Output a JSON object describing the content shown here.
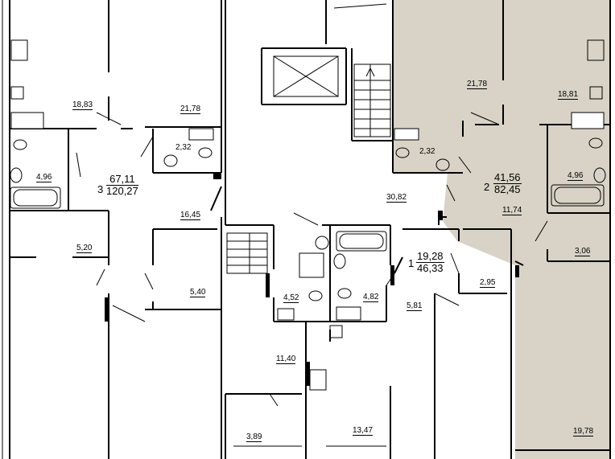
{
  "colors": {
    "highlight": "#d8d3c6",
    "wall": "#000000",
    "background": "#ffffff"
  },
  "rooms": [
    {
      "id": "r1883",
      "label": "18,83"
    },
    {
      "id": "r2178a",
      "label": "21,78"
    },
    {
      "id": "r232a",
      "label": "2,32"
    },
    {
      "id": "r496a",
      "label": "4,96"
    },
    {
      "id": "r1645",
      "label": "16,45"
    },
    {
      "id": "r520",
      "label": "5,20"
    },
    {
      "id": "r540",
      "label": "5,40"
    },
    {
      "id": "r3082",
      "label": "30,82"
    },
    {
      "id": "r452",
      "label": "4,52"
    },
    {
      "id": "r482",
      "label": "4,82"
    },
    {
      "id": "r581",
      "label": "5,81"
    },
    {
      "id": "r1140",
      "label": "11,40"
    },
    {
      "id": "r389",
      "label": "3,89"
    },
    {
      "id": "r1347",
      "label": "13,47"
    },
    {
      "id": "r2178b",
      "label": "21,78"
    },
    {
      "id": "r1881",
      "label": "18,81"
    },
    {
      "id": "r232b",
      "label": "2,32"
    },
    {
      "id": "r496b",
      "label": "4,96"
    },
    {
      "id": "r1174",
      "label": "11,74"
    },
    {
      "id": "r306",
      "label": "3,06"
    },
    {
      "id": "r295",
      "label": "2,95"
    },
    {
      "id": "r1978",
      "label": "19,78"
    }
  ],
  "units": [
    {
      "id": "u3",
      "number": "3",
      "living": "67,11",
      "total": "120,27"
    },
    {
      "id": "u2",
      "number": "2",
      "living": "41,56",
      "total": "82,45"
    },
    {
      "id": "u1",
      "number": "1",
      "living": "19,28",
      "total": "46,33"
    }
  ]
}
